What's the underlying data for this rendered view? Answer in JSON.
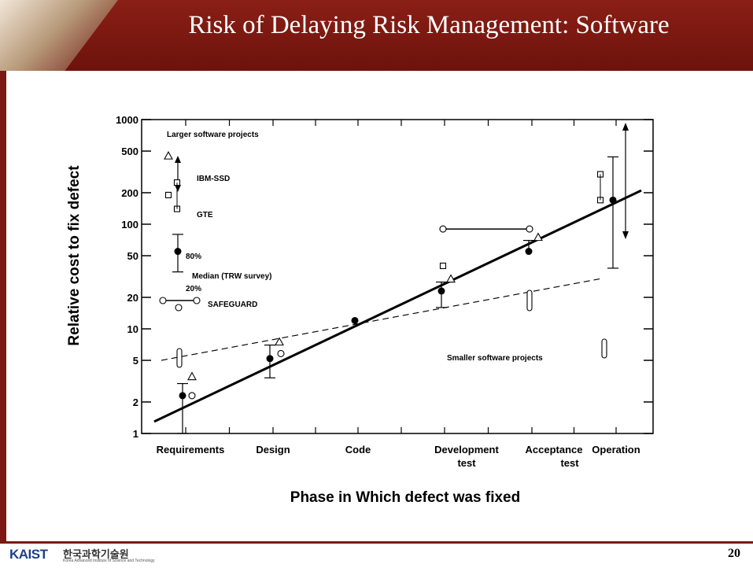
{
  "slide": {
    "title": "Risk of Delaying Risk Management: Software",
    "page_number": "20",
    "logo": {
      "name": "KAIST",
      "korean": "한국과학기술원",
      "subtitle": "Korea Advanced Institute of Science and Technology"
    }
  },
  "chart_data": {
    "type": "scatter",
    "scale": "log-y",
    "ylabel": "Relative cost to fix defect",
    "xlabel": "Phase in Which defect was fixed",
    "categories": [
      "Requirements",
      "Design",
      "Code",
      "Development test",
      "Acceptance test",
      "Operation"
    ],
    "y_ticks": [
      1,
      2,
      5,
      10,
      20,
      50,
      100,
      200,
      500,
      1000
    ],
    "ylim": [
      1,
      1000
    ],
    "annotations": {
      "larger": "Larger software projects",
      "smaller": "Smaller software projects",
      "ibm": "IBM-SSD",
      "gte": "GTE",
      "p80": "80%",
      "median": "Median (TRW survey)",
      "p20": "20%",
      "safeguard": "SAFEGUARD"
    },
    "series": [
      {
        "name": "Median (TRW survey)",
        "marker": "filled-circle",
        "values": [
          2.3,
          5.2,
          12,
          23,
          55,
          170
        ]
      },
      {
        "name": "80%",
        "values": [
          3,
          7,
          null,
          28,
          70,
          440
        ]
      },
      {
        "name": "20%",
        "values": [
          1,
          3.4,
          null,
          16,
          null,
          38
        ]
      },
      {
        "name": "IBM-SSD",
        "marker": "triangle",
        "values": [
          3.5,
          7.5,
          null,
          30,
          75,
          null
        ]
      },
      {
        "name": "GTE",
        "marker": "square",
        "values": [
          null,
          null,
          null,
          40,
          null,
          300
        ]
      },
      {
        "name": "SAFEGUARD",
        "marker": "open-circle",
        "values": [
          2.3,
          5.8,
          null,
          90,
          90,
          null
        ]
      },
      {
        "name": "Smaller software projects",
        "line": "dashed",
        "points": [
          [
            "Requirements",
            5
          ],
          [
            "Operation",
            30
          ]
        ]
      },
      {
        "name": "Larger software projects",
        "line": "solid",
        "points": [
          [
            "Requirements",
            1.3
          ],
          [
            "Operation",
            210
          ]
        ]
      }
    ],
    "legend_examples": [
      {
        "name": "IBM-SSD",
        "marker": "triangle",
        "y": 450
      },
      {
        "name": "GTE",
        "marker": "square",
        "y": [
          140,
          190,
          250
        ]
      },
      {
        "name": "Median (TRW survey)",
        "marker": "filled-circle",
        "y": 55
      },
      {
        "name": "SAFEGUARD",
        "marker": "open-circle",
        "y": 25
      }
    ]
  }
}
